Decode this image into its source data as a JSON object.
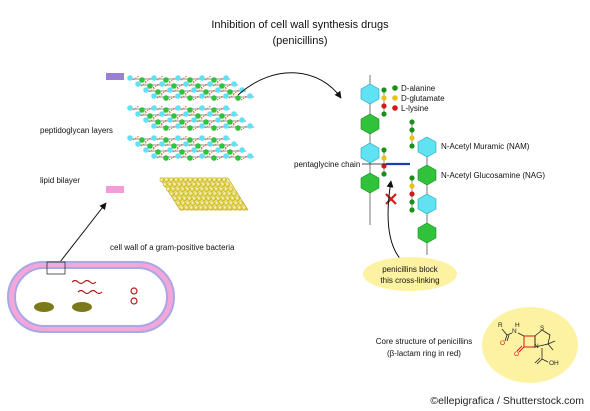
{
  "title": {
    "line1": "Inhibition of cell wall synthesis drugs",
    "line2": "(penicillins)"
  },
  "labels": {
    "peptidoglycan": "peptidoglycan layers",
    "lipid": "lipid bilayer",
    "cellwall": "cell wall of a gram-positive bacteria",
    "pentaglycine": "pentaglycine chain",
    "nam": "N-Acetyl Muramic (NAM)",
    "nag": "N-Acetyl Glucosamine (NAG)",
    "block_line1": "penicillins block",
    "block_line2": "this cross-linking",
    "core_line1": "Core structure of penicillins",
    "core_line2": "(β-lactam ring in red)"
  },
  "legend": [
    {
      "label": "D-alanine",
      "color": "#1a8f1a"
    },
    {
      "label": "D-glutamate",
      "color": "#e8c21a"
    },
    {
      "label": "L-lysine",
      "color": "#d11a1a"
    }
  ],
  "molecule": {
    "atoms": [
      "R",
      "N",
      "H",
      "S",
      "N",
      "O",
      "O",
      "OH"
    ]
  },
  "watermark": "©ellepigrafica / Shutterstock.com",
  "colors": {
    "lipid_purple": "#9b7fd6",
    "lipid_pink": "#f49ad6",
    "nam_cyan": "#5fe3f2",
    "nag_green": "#2fc23a",
    "ellipse_yellow": "#fdf2a1",
    "block_red": "#d11a1a"
  }
}
